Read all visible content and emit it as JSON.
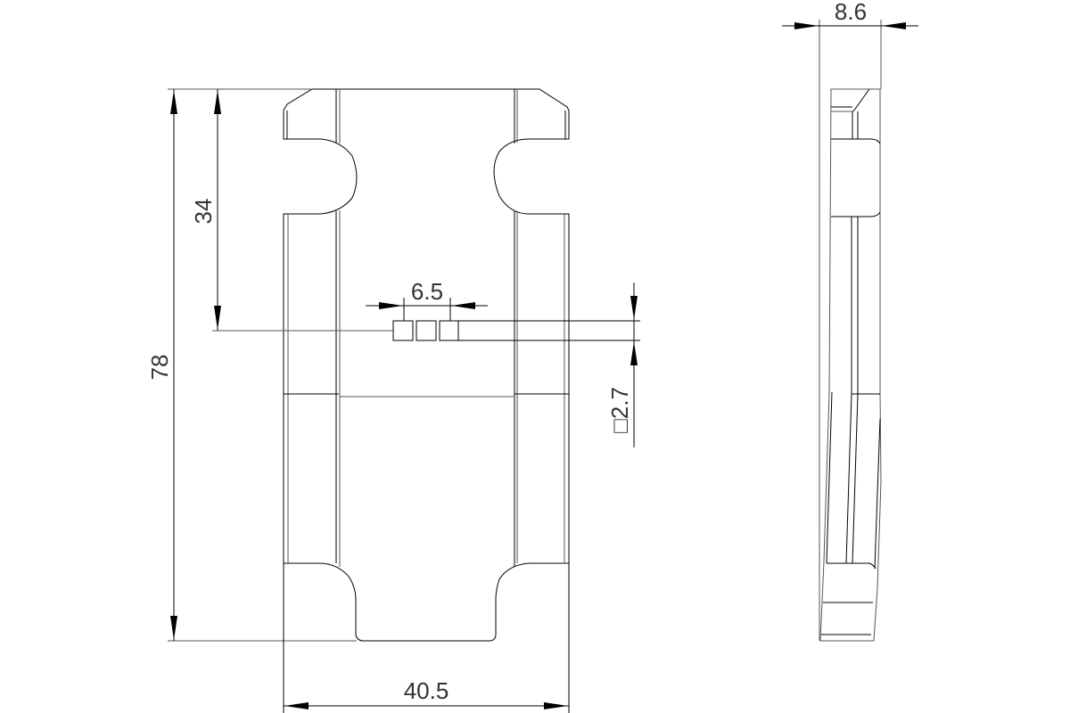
{
  "drawing": {
    "type": "technical-drawing",
    "views": [
      "front-view",
      "side-view"
    ],
    "dimensions": {
      "overall_height": "78",
      "upper_height": "34",
      "overall_width": "40.5",
      "thickness": "8.6",
      "square_spacing": "6.5",
      "square_size": "□2.7"
    },
    "line_color": "#000000",
    "background": "#ffffff"
  }
}
